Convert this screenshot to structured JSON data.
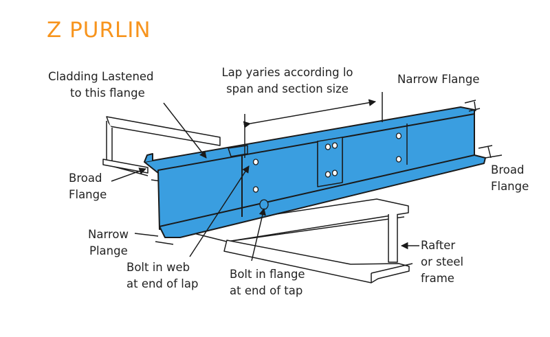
{
  "title": "Z PURLIN",
  "colors": {
    "title": "#f7941d",
    "purlin": "#3a9ee0",
    "rafter": "#ffffff",
    "outline": "#1a1a1a"
  },
  "labels": {
    "cladding": [
      "Cladding Lastened",
      "to this flange"
    ],
    "lap": [
      "Lap yaries according lo",
      "span and section size"
    ],
    "narrow_top": [
      "Narrow Flange"
    ],
    "broad_left": [
      "Broad",
      "Flange"
    ],
    "broad_right": [
      "Broad",
      "Flange"
    ],
    "narrow_bottom": [
      "Narrow",
      "Plange"
    ],
    "bolt_web": [
      "Bolt in web",
      "at end of lap"
    ],
    "bolt_flange": [
      "Bolt in flange",
      "at end of tap"
    ],
    "rafter": [
      "Rafter",
      "or steel",
      "frame"
    ]
  }
}
